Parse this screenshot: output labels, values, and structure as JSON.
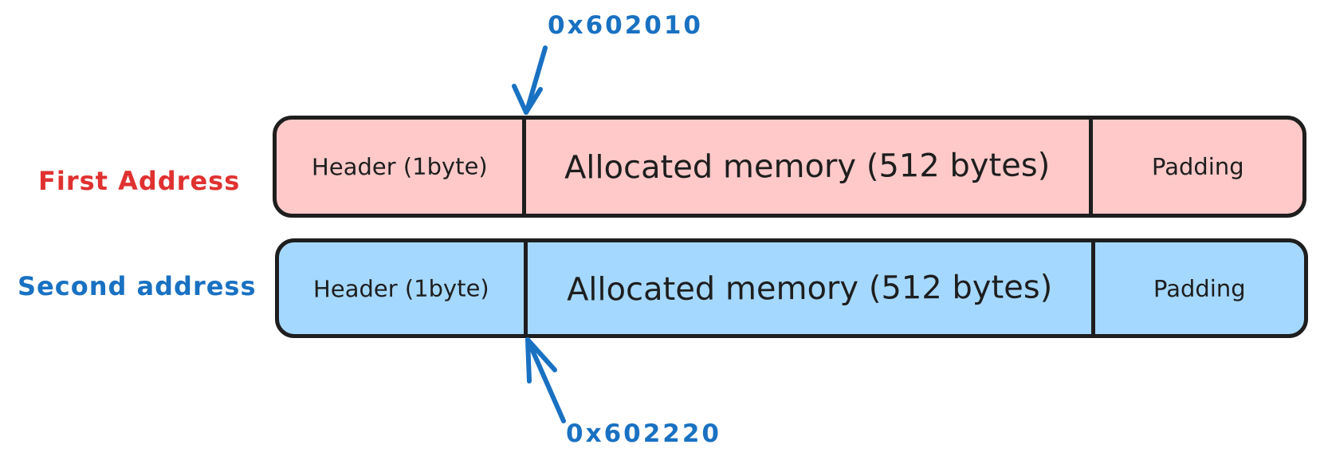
{
  "diagram": {
    "top_annotation": {
      "address": "0x602010"
    },
    "bottom_annotation": {
      "address": "0x602220"
    },
    "rows": [
      {
        "label": "First Address",
        "fill": "#ffc9c9",
        "label_color": "#e03131",
        "segments": [
          {
            "label": "Header (1byte)"
          },
          {
            "label": "Allocated memory (512 bytes)"
          },
          {
            "label": "Padding"
          }
        ]
      },
      {
        "label": "Second address",
        "fill": "#a5d8ff",
        "label_color": "#1971c2",
        "segments": [
          {
            "label": "Header (1byte)"
          },
          {
            "label": "Allocated memory (512 bytes)"
          },
          {
            "label": "Padding"
          }
        ]
      }
    ],
    "colors": {
      "stroke": "#1e1e1e",
      "annotation_blue": "#1971c2",
      "label_red": "#e03131",
      "first_fill": "#ffc9c9",
      "second_fill": "#a5d8ff"
    }
  }
}
